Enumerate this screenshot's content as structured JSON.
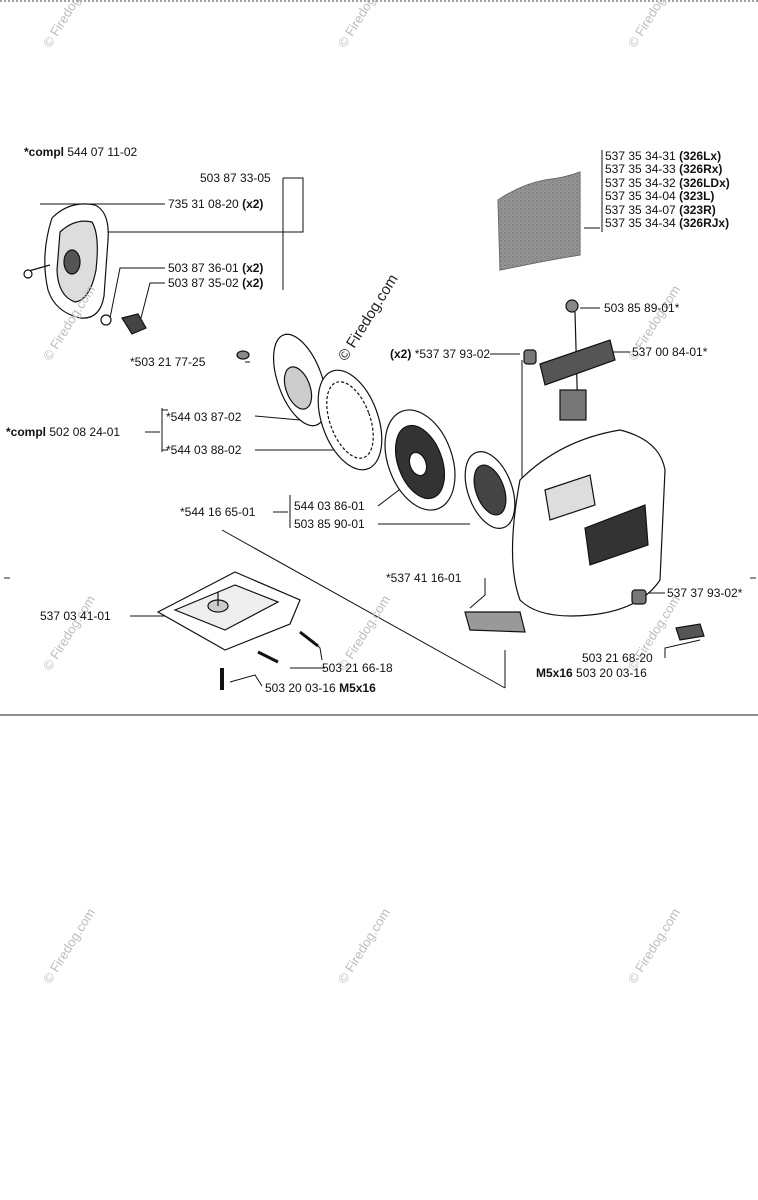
{
  "watermarks": {
    "brand": "© Firedog.com",
    "center": "© Firedog.com"
  },
  "callouts": {
    "compl_544": {
      "prefix": "*compl",
      "number": "544 07 11-02"
    },
    "p_503873305": "503 87 33-05",
    "p_735310820": "735 31 08-20",
    "p_735310820_qty": "(x2)",
    "p_503873601": "503 87 36-01",
    "p_503873601_qty": "(x2)",
    "p_503873502": "503 87 35-02",
    "p_503873502_qty": "(x2)",
    "p_503217725": "*503 21 77-25",
    "compl_502": {
      "prefix": "*compl",
      "number": "502 08 24-01"
    },
    "p_544038702": "*544 03 87-02",
    "p_544038802": "*544 03 88-02",
    "p_544166501": "*544 16 65-01",
    "p_544038601": "544 03 86-01",
    "p_503859001": "503 85 90-01",
    "p_537034101": "537 03 41-01",
    "p_503216618": "503 21 66-18",
    "p_503200316_left": "503 20 03-16",
    "p_503200316_left_size": "M5x16",
    "p_537379302_left_qty": "(x2)",
    "p_537379302_left": "*537 37 93-02",
    "p_503858901": "503 85 89-01*",
    "p_537008401": "537 00 84-01*",
    "p_537411601": "*537 41 16-01",
    "p_537379302_right": "537 37 93-02*",
    "p_503216820": "503 21 68-20",
    "p_503200316_right_size": "M5x16",
    "p_503200316_right": "503 20 03-16"
  },
  "decal_list": [
    {
      "number": "537 35 34-31",
      "model": "(326Lx)"
    },
    {
      "number": "537 35 34-33",
      "model": "(326Rx)"
    },
    {
      "number": "537 35 34-32",
      "model": "(326LDx)"
    },
    {
      "number": "537 35 34-04",
      "model": "(323L)"
    },
    {
      "number": "537 35 34-07",
      "model": "(323R)"
    },
    {
      "number": "537 35 34-34",
      "model": "(326RJx)"
    }
  ]
}
